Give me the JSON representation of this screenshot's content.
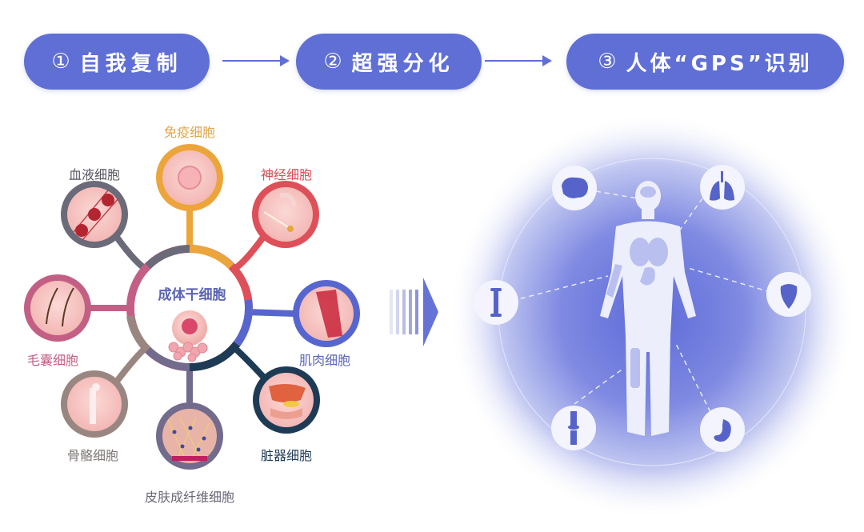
{
  "steps": [
    {
      "num": "①",
      "label": "自我复制"
    },
    {
      "num": "②",
      "label": "超强分化"
    },
    {
      "num": "③",
      "label": "人体“GPS”识别"
    }
  ],
  "stem_cell": {
    "title": "成体干细胞",
    "cells": [
      {
        "label": "免疫细胞",
        "color": "#eca53a"
      },
      {
        "label": "血液细胞",
        "color": "#6b6a78"
      },
      {
        "label": "神经细胞",
        "color": "#de5059"
      },
      {
        "label": "毛囊细胞",
        "color": "#c35f84"
      },
      {
        "label": "肌肉细胞",
        "color": "#5766cf"
      },
      {
        "label": "骨骼细胞",
        "color": "#9a8680"
      },
      {
        "label": "皮肤成纤维细胞",
        "color": "#736b8c"
      },
      {
        "label": "脏器细胞",
        "color": "#1e3b56"
      }
    ]
  },
  "body_targets": {
    "icons": [
      "brain-icon",
      "lungs-icon",
      "heart-icon",
      "bone-icon",
      "knee-joint-icon",
      "stomach-icon"
    ]
  },
  "colors": {
    "accent": "#5f6fd6",
    "glow": "#6c79dd"
  }
}
